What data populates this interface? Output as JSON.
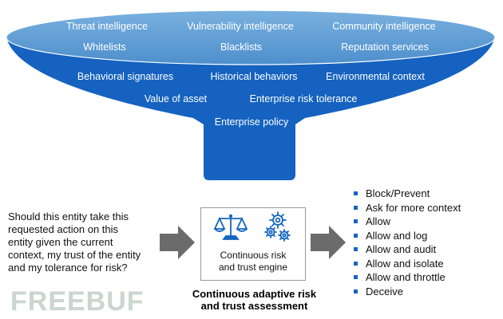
{
  "colors": {
    "funnel_fill": "#1562c0",
    "funnel_top": "#5b9bd5",
    "arrow_gray": "#6b6b6b",
    "box_border": "#9a9a9a",
    "bullet": "#1565c0",
    "watermark": "#b9c9be"
  },
  "funnel": {
    "row1": [
      "Threat intelligence",
      "Vulnerability intelligence",
      "Community intelligence"
    ],
    "row2": [
      "Whitelists",
      "Blacklists",
      "Reputation services"
    ],
    "row3": [
      "Behavioral signatures",
      "Historical behaviors",
      "Environmental context"
    ],
    "row4": [
      "Value of asset",
      "Enterprise risk tolerance"
    ],
    "row5": [
      "Enterprise policy"
    ]
  },
  "question": {
    "lines": [
      "Should this entity take this",
      "requested action on this",
      "entity given the current",
      "context, my trust of the entity",
      "and my tolerance for risk?"
    ]
  },
  "engine": {
    "label_lines": [
      "Continuous risk",
      "and trust engine"
    ],
    "icons": [
      "scales-icon",
      "gears-icon"
    ]
  },
  "assessment": {
    "lines": [
      "Continuous adaptive risk",
      "and trust assessment"
    ]
  },
  "actions": [
    "Block/Prevent",
    "Ask for more context",
    "Allow",
    "Allow and log",
    "Allow and audit",
    "Allow and isolate",
    "Allow and throttle",
    "Deceive"
  ],
  "watermark": {
    "text": "FREEBUF"
  }
}
